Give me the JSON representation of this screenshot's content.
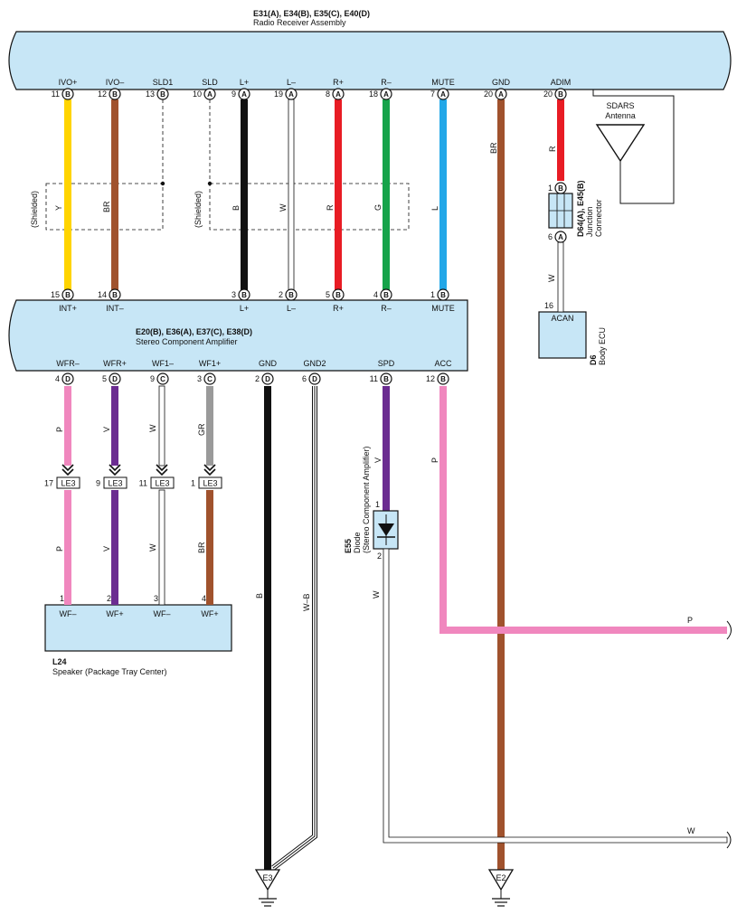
{
  "radio": {
    "codes": "E31(A), E34(B), E35(C), E40(D)",
    "name": "Radio Receiver Assembly",
    "terminals": [
      {
        "label": "IVO+",
        "pin": "11",
        "conn": "B"
      },
      {
        "label": "IVO–",
        "pin": "12",
        "conn": "B"
      },
      {
        "label": "SLD1",
        "pin": "13",
        "conn": "B"
      },
      {
        "label": "SLD",
        "pin": "10",
        "conn": "A"
      },
      {
        "label": "L+",
        "pin": "9",
        "conn": "A"
      },
      {
        "label": "L–",
        "pin": "19",
        "conn": "A"
      },
      {
        "label": "R+",
        "pin": "8",
        "conn": "A"
      },
      {
        "label": "R–",
        "pin": "18",
        "conn": "A"
      },
      {
        "label": "MUTE",
        "pin": "7",
        "conn": "A"
      },
      {
        "label": "GND",
        "pin": "20",
        "conn": "A"
      },
      {
        "label": "ADIM",
        "pin": "20",
        "conn": "B"
      }
    ]
  },
  "amplifier": {
    "codes": "E20(B), E36(A), E37(C), E38(D)",
    "name": "Stereo Component Amplifier",
    "top_terminals": [
      {
        "label": "INT+",
        "pin": "15",
        "conn": "B"
      },
      {
        "label": "INT–",
        "pin": "14",
        "conn": "B"
      },
      {
        "label": "L+",
        "pin": "3",
        "conn": "B"
      },
      {
        "label": "L–",
        "pin": "2",
        "conn": "B"
      },
      {
        "label": "R+",
        "pin": "5",
        "conn": "B"
      },
      {
        "label": "R–",
        "pin": "4",
        "conn": "B"
      },
      {
        "label": "MUTE",
        "pin": "1",
        "conn": "B"
      }
    ],
    "bottom_terminals": [
      {
        "label": "WFR–",
        "pin": "4",
        "conn": "D"
      },
      {
        "label": "WFR+",
        "pin": "5",
        "conn": "D"
      },
      {
        "label": "WF1–",
        "pin": "9",
        "conn": "C"
      },
      {
        "label": "WF1+",
        "pin": "3",
        "conn": "C"
      },
      {
        "label": "GND",
        "pin": "2",
        "conn": "D"
      },
      {
        "label": "GND2",
        "pin": "6",
        "conn": "D"
      },
      {
        "label": "SPD",
        "pin": "11",
        "conn": "B"
      },
      {
        "label": "ACC",
        "pin": "12",
        "conn": "B"
      }
    ]
  },
  "upper_wires": [
    "Y",
    "BR",
    "B",
    "W",
    "R",
    "G",
    "L",
    "BR"
  ],
  "shielded_label": "(Shielded)",
  "adim_wire": "R",
  "junction": {
    "codes": "D64(A), E45(B)",
    "line1": "Junction",
    "line2": "Connector",
    "top_pin": "1",
    "top_conn": "B",
    "bottom_pin": "6",
    "bottom_conn": "A",
    "out_wire": "W"
  },
  "sdars": {
    "line1": "SDARS",
    "line2": "Antenna"
  },
  "body_ecu": {
    "code": "D6",
    "name": "Body ECU",
    "pin": "16",
    "label": "ACAN"
  },
  "connector_le3": {
    "name": "LE3",
    "pins": [
      "17",
      "9",
      "11",
      "1"
    ],
    "wires_above": [
      "P",
      "V",
      "W",
      "GR"
    ],
    "wires_below": [
      "P",
      "V",
      "W",
      "BR"
    ]
  },
  "speaker": {
    "code": "L24",
    "name": "Speaker (Package Tray Center)",
    "pins": [
      "1",
      "2",
      "3",
      "4"
    ],
    "labels": [
      "WF–",
      "WF+",
      "WF–",
      "WF+"
    ]
  },
  "diode": {
    "code": "E55",
    "line1": "Diode",
    "line2": "(Stereo Component Amplifier)",
    "pin_in": "1",
    "pin_out": "2",
    "wire_in": "V",
    "wire_out": "W"
  },
  "lower_wires": {
    "gnd": "B",
    "gnd2": "W–B",
    "acc": "P",
    "acc_out": "P",
    "spd_out": "W"
  },
  "grounds": {
    "left": "E3",
    "right": "E2"
  },
  "colors": {
    "yellow": "#FFD400",
    "brown": "#A0522D",
    "black": "#111111",
    "red": "#E81C24",
    "green": "#16A34A",
    "blue": "#22A7E8",
    "violet": "#6B2C91",
    "pink": "#F087BE",
    "gray": "#9A9A9A",
    "white": "#FFFFFF",
    "box": "#C7E6F6"
  }
}
